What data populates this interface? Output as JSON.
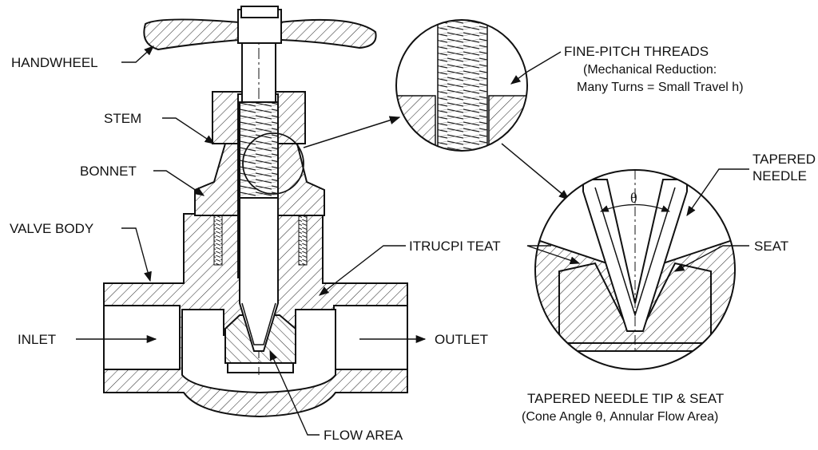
{
  "labels": {
    "handwheel": "HANDWHEEL",
    "stem": "STEM",
    "bonnet": "BONNET",
    "valve_body": "VALVE BODY",
    "inlet": "INLET",
    "outlet": "OUTLET",
    "flow_area": "FLOW AREA",
    "seat_main": "ITRUCPI TEAT",
    "threads_title": "FINE-PITCH THREADS",
    "threads_line2": "(Mechanical Reduction:",
    "threads_line3": "Many Turns = Small Travel h)",
    "tapered_needle_1": "TAPERED",
    "tapered_needle_2": "NEEDLE",
    "seat_detail": "SEAT",
    "theta": "θ",
    "detail_caption_1": "TAPERED NEEDLE TIP & SEAT",
    "detail_caption_2": "(Cone Angle θ, Annular Flow Area)"
  },
  "colors": {
    "line": "#111111",
    "fill": "#ffffff",
    "hatch": "#333333"
  }
}
